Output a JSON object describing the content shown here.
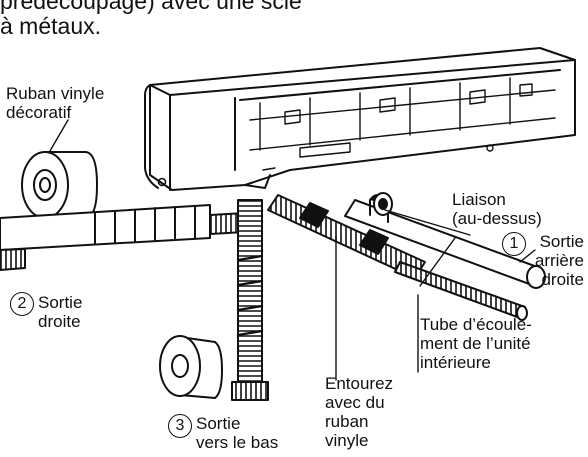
{
  "heading": "prédécoupage) avec une scie\nà métaux.",
  "labels": {
    "ruban_vinyle_decoratif": "Ruban vinyle\ndécoratif",
    "liaison": "Liaison\n(au-dessus)",
    "sortie_arriere_droite_num": "1",
    "sortie_arriere_droite": "Sortie\narrière\ndroite",
    "sortie_droite_num": "2",
    "sortie_droite": "Sortie\ndroite",
    "tube_ecoulement": "Tube d’écoule-\nment de l’unité\nintérieure",
    "entourez": "Entourez\navec du\nruban\nvinyle",
    "sortie_bas_num": "3",
    "sortie_bas": "Sortie\nvers le bas"
  }
}
